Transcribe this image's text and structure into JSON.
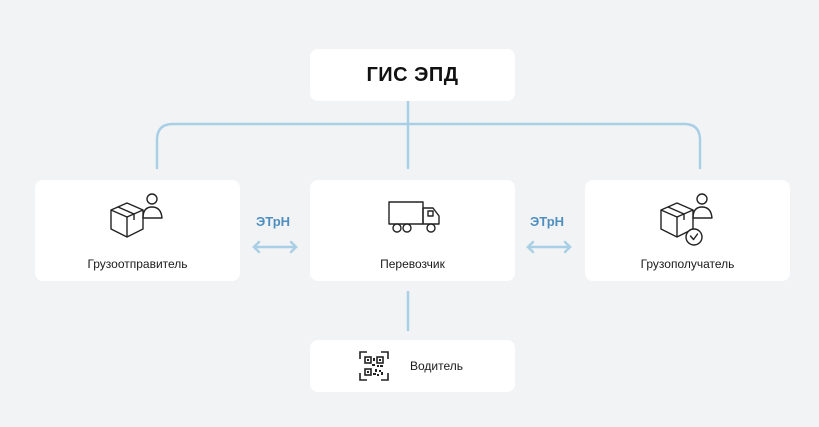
{
  "system": {
    "title": "ГИС ЭПД"
  },
  "nodes": {
    "shipper": {
      "label": "Грузоотправитель",
      "icon": "shipper-icon"
    },
    "carrier": {
      "label": "Перевозчик",
      "icon": "truck-icon"
    },
    "consignee": {
      "label": "Грузополучатель",
      "icon": "consignee-icon"
    },
    "driver": {
      "label": "Водитель",
      "icon": "qr-code-icon"
    }
  },
  "links": {
    "left_label": "ЭТрН",
    "right_label": "ЭТрН"
  },
  "colors": {
    "connector": "#a9cfe6",
    "link_text": "#4e8fc0",
    "card": "#ffffff",
    "background": "#f2f3f5"
  }
}
